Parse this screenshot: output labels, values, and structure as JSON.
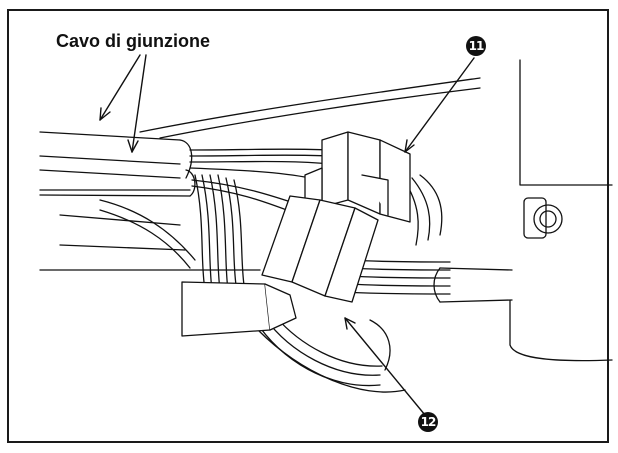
{
  "figure": {
    "label_cable": "Cavo di giunzione",
    "callout_11": "11",
    "callout_12": "12",
    "colors": {
      "line": "#111111",
      "paper": "#ffffff"
    }
  }
}
